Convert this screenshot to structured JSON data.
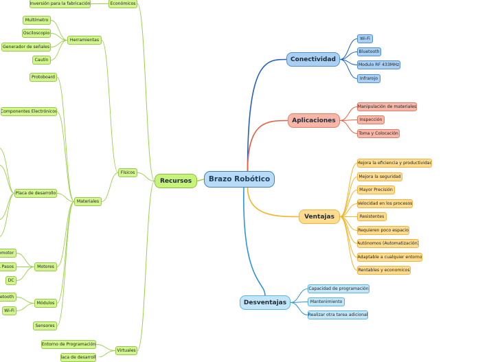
{
  "root": {
    "label": "Brazo Robótico"
  },
  "branches": {
    "conectividad": {
      "label": "Conectividad",
      "items": [
        "Wi-Fi",
        "Bluetooth",
        "Modulo RF 433MHz",
        "Infrarojo"
      ]
    },
    "aplicaciones": {
      "label": "Aplicaciones",
      "items": [
        "Manipulación de materiales",
        "Inspección",
        "Toma y Colocación"
      ]
    },
    "ventajas": {
      "label": "Ventajas",
      "items": [
        "Mejora la eficiencia y productividad",
        "Mejora la seguridad",
        "Mayor Precisión",
        "Velocidad en los procesos",
        "Resistentes",
        "Requieren poco espacio",
        "Autónomos (Automatización)",
        "Adaptable a cualquier entorno",
        "Rentables y economicos"
      ]
    },
    "desventajas": {
      "label": "Desventajas",
      "items": [
        "Capacidad de programación",
        "Mantenimiento",
        "Realizar otra tarea adicional"
      ]
    },
    "recursos": {
      "label": "Recursos",
      "economicos": {
        "label": "Económicos",
        "items": [
          "Inversión para la fabricación"
        ]
      },
      "fisicos": {
        "label": "Físicos",
        "herramientas": {
          "label": "Herramientas",
          "items": [
            "Multímetro",
            "Osciloscopio",
            "Generador de señales",
            "Cautín"
          ]
        },
        "materiales": {
          "label": "Materiales",
          "protoboard": "Protoboard",
          "componentes": "Componentes Electrónicos",
          "placa": "Placa de desarrollo",
          "motores": {
            "label": "Motores",
            "items": [
              "Servomotor",
              "A Pasos",
              "DC"
            ]
          },
          "modulos": {
            "label": "Módulos",
            "items": [
              "Bluetooth",
              "Wi-Fi"
            ]
          },
          "sensores": "Sensores"
        }
      },
      "virtuales": {
        "label": "Virtuales",
        "items": [
          "Entorno de Programación",
          "Placa de desarrollo"
        ]
      }
    }
  },
  "colors": {
    "conectividad": "#1f5fc4",
    "aplicaciones": "#e5603f",
    "ventajas": "#f5b427",
    "desventajas": "#2c95d6",
    "recursos": "#9bd04a"
  }
}
